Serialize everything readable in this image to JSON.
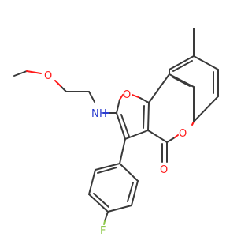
{
  "atoms": {
    "o_methoxy": "O",
    "o_furan": "O",
    "o_pyran": "O",
    "o_carbonyl": "O",
    "nitrogen": "N",
    "n_hydrogen": "H",
    "fluorine": "F"
  },
  "colors": {
    "bond": "#3a3a3a",
    "oxygen": "#ff1a1a",
    "nitrogen": "#2a3ccf",
    "fluorine": "#8ec84a"
  }
}
